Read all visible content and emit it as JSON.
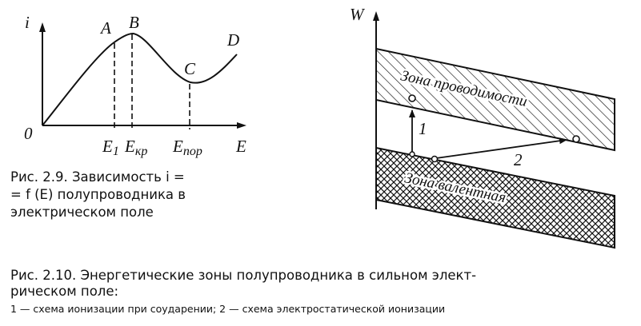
{
  "figure_1": {
    "y_axis_label": "i",
    "origin_label": "0",
    "x_axis_label": "E",
    "point_labels": {
      "a": "A",
      "b": "B",
      "c": "C",
      "d": "D"
    },
    "ticks": {
      "e1": {
        "main": "E",
        "sub": "1"
      },
      "ekr": {
        "main": "E",
        "sub": "кр"
      },
      "epor": {
        "main": "E",
        "sub": "пор"
      }
    },
    "caption": {
      "line1": "Рис. 2.9. Зависимость  i =",
      "line2": "= f (E)  полупроводника в",
      "line3": "электрическом поле"
    }
  },
  "figure_2": {
    "y_axis_label": "W",
    "conduction_zone": "Зона проводимости",
    "valence_zone": "Зона валентная",
    "transition_1": "1",
    "transition_2": "2",
    "caption": {
      "line1": "Рис. 2.10. Энергетические зоны полупроводника в сильном элект-",
      "line2": "рическом поле:",
      "line3": "1 — схема ионизации при соударении; 2 — схема электростатической ионизации"
    }
  },
  "colors": {
    "ink": "#111111",
    "paper": "#ffffff"
  }
}
